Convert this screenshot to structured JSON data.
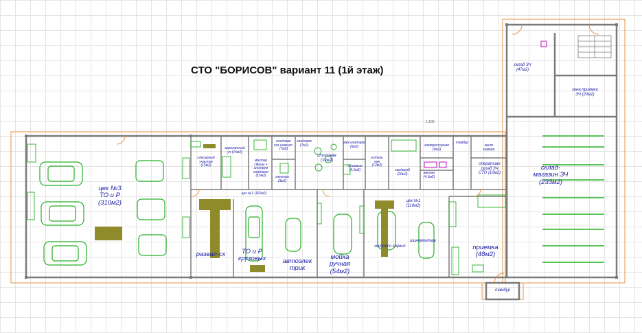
{
  "title": "СТО \"БОРИСОВ\"  вариант 11  (1й этаж)",
  "scale_note": "1:100",
  "rooms": {
    "ceh3": "цех №3\nТО и Р\n(310м2)",
    "ceh1_top": "цех №1 (160м2)",
    "razval": "развал-сх",
    "to_gruz": "ТО и Р\nгрузовых",
    "avtoelek": "автоэлек\nтрик",
    "moika": "мойка\nручная\n(54м2)",
    "ceh1_right": "цех №1\n(110м2)",
    "express": "экспресс-сервис",
    "shino": "шиномонтаж",
    "priemka": "приемка\n(48м2)",
    "sklad_magazin": "склад-\nмагазин ЗЧ\n(233м2)",
    "sklad_zch_top": "склад ЗЧ\n(47м2)",
    "zona_priemki": "зона приемки\nЗЧ (20м2)",
    "tambur_bottom": "тамбур",
    "tambur_top": "тамбур",
    "operativ": "оперативн\nсклад ЗЧ\nСТО (10м2)",
    "slesar": "слесарный\nучасток\n(15м2)",
    "agregat": "агрегатный\nуч (15м2)",
    "master": "мастер\nсмены +\nинструм\nкладовая\n(15м2)",
    "kladovaya_inv": "кладовая\nхоз инвент.\n(7м2)",
    "kladovaya_top": "кладовая\n(7м2)",
    "electro": "электро\n(3м2)",
    "stolovaya": "столовая\n(19м2)",
    "kotelnaya": "котель\nная\n(12м2)",
    "garderob": "гардероб\n(20м2)",
    "kompressor": "компрессорная\n(9м2)",
    "vent": "вент\nкамера",
    "vannaya": "ванная\n(4,5м2)",
    "dush": "душевые\n(4,5м2)",
    "mech_kladovaya": "мех.кладовая\n(5м2)"
  },
  "colors": {
    "wall": "#7a7a7a",
    "outline": "#e8923c",
    "equipment": "#23b023",
    "lift": "#8f8a2a",
    "label": "#1a1aa8",
    "sanitary": "#cc33cc"
  }
}
